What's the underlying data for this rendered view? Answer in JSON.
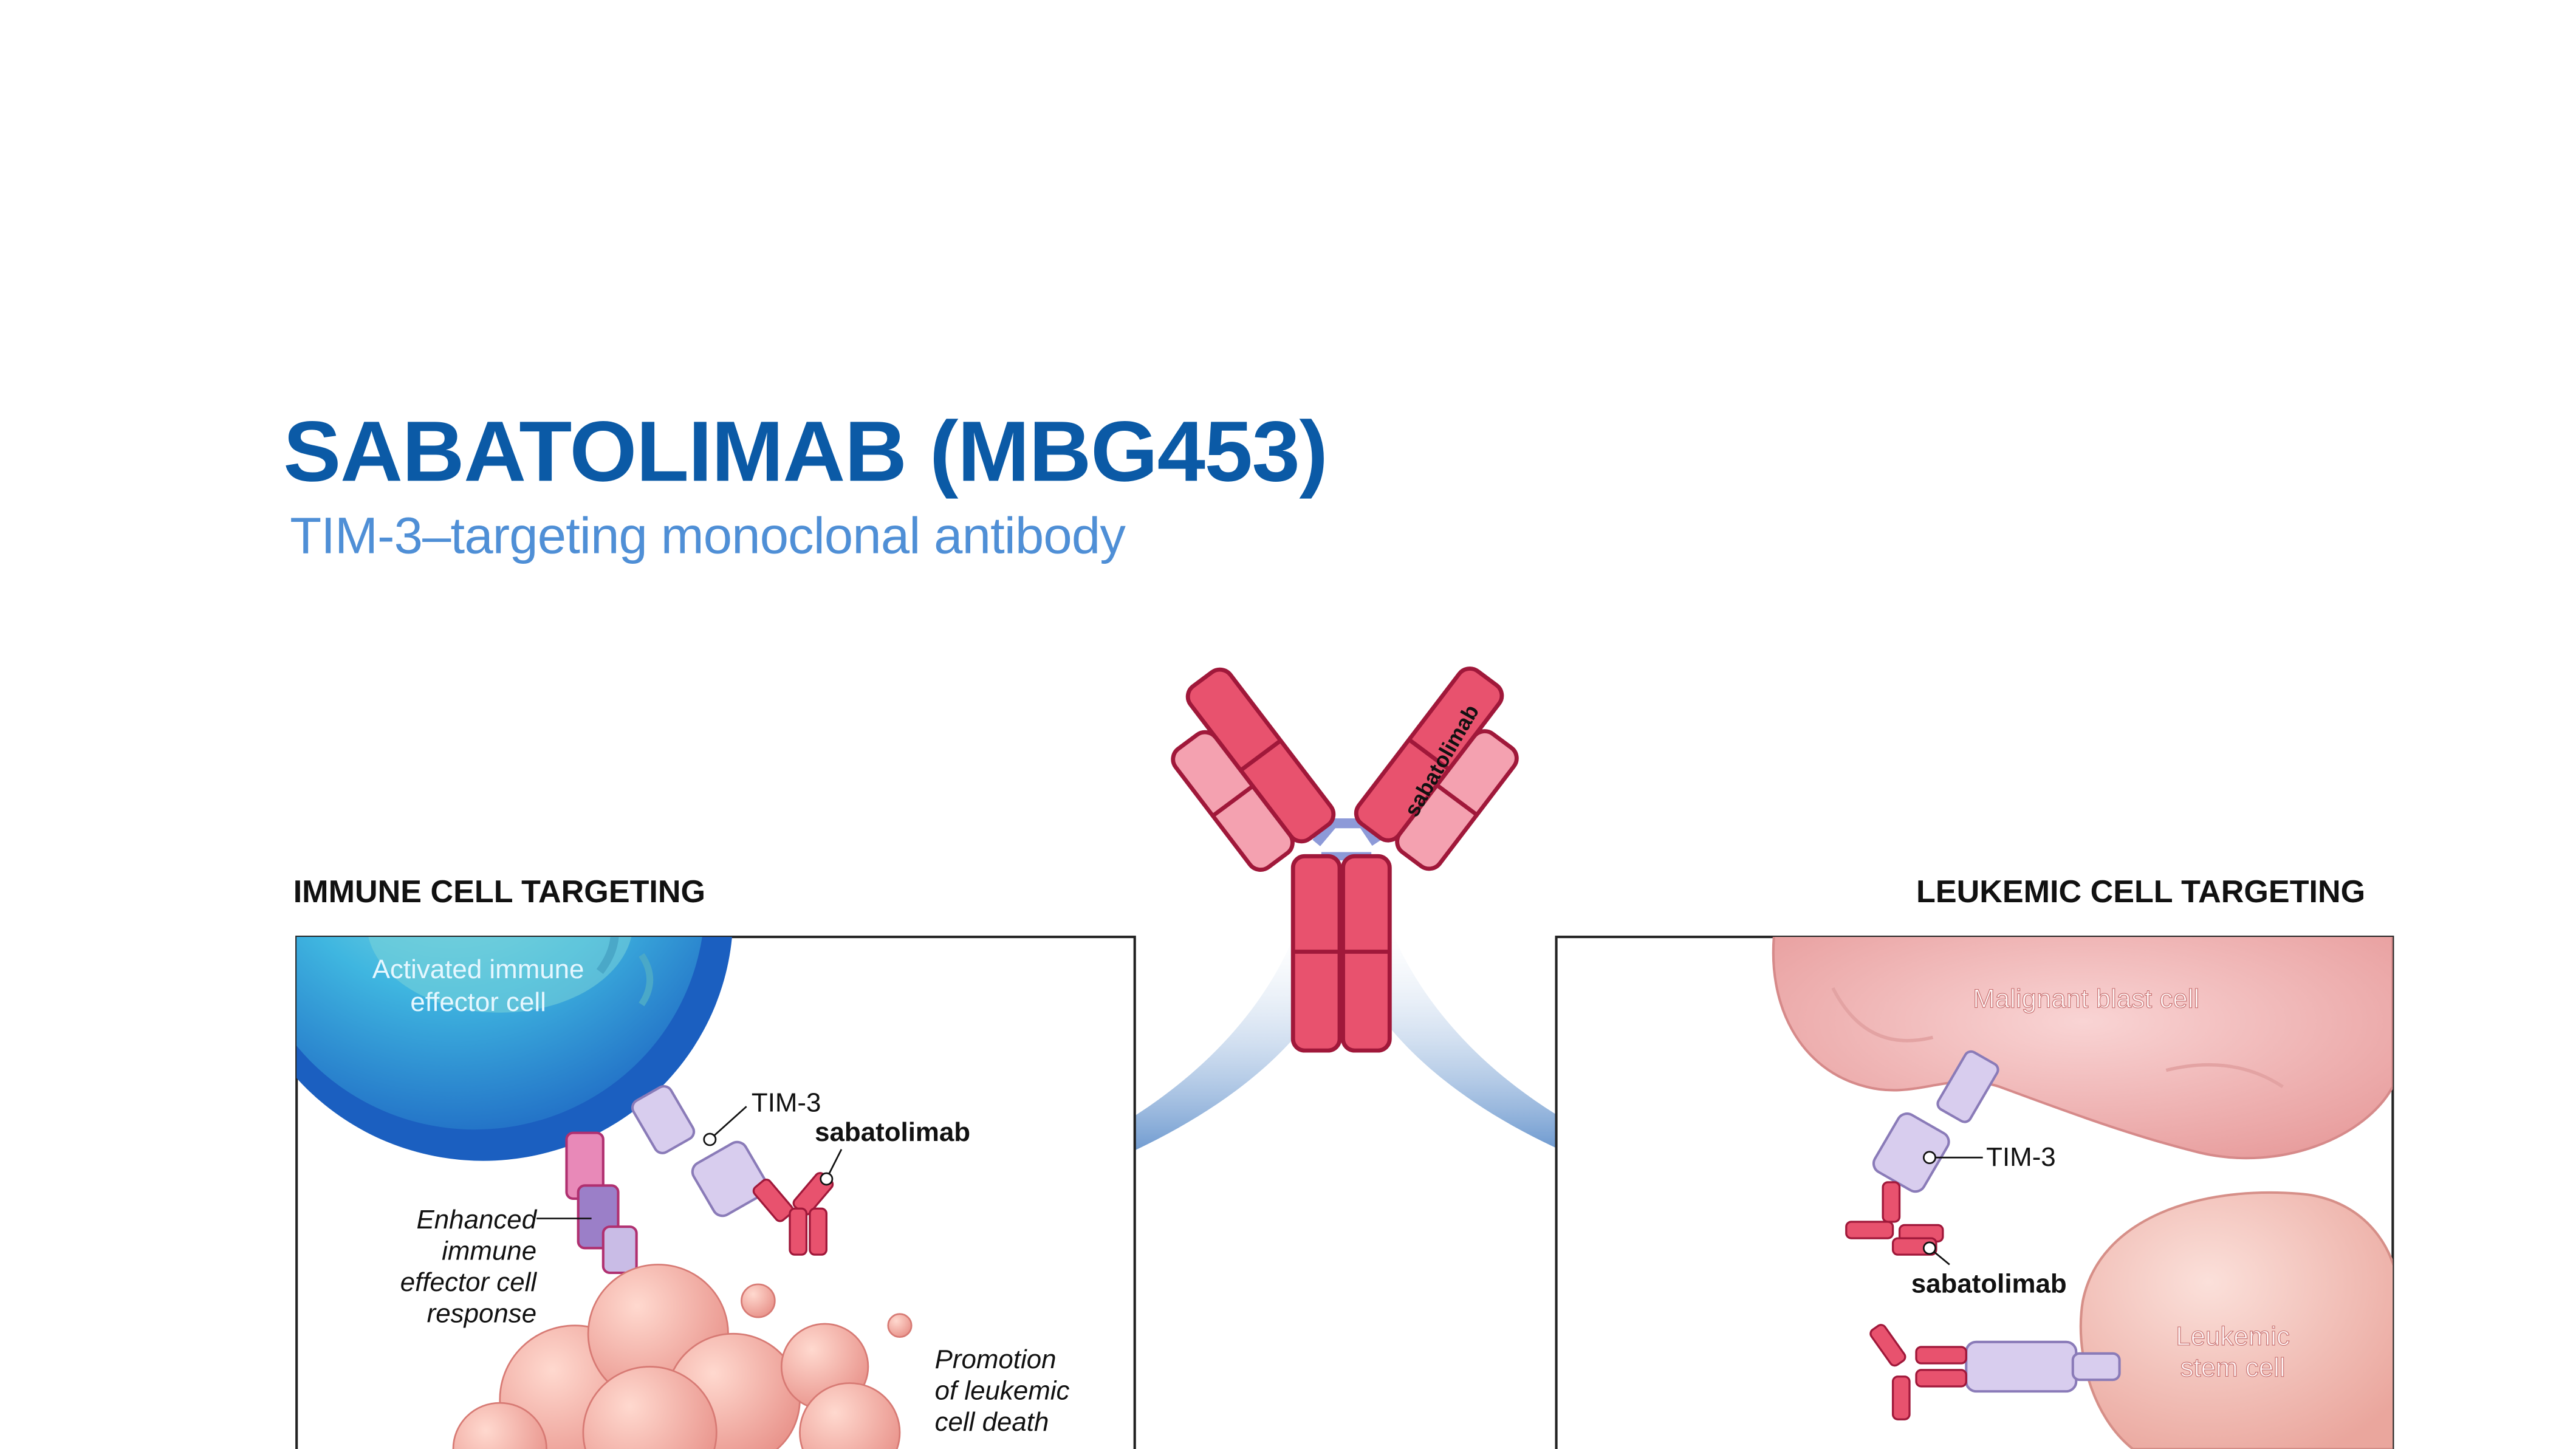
{
  "header": {
    "title": "SABATOLIMAB (MBG453)",
    "subtitle": "TIM-3–targeting monoclonal antibody"
  },
  "antibody": {
    "label": "sabatolimab"
  },
  "left_panel": {
    "heading": "IMMUNE CELL TARGETING",
    "cell_label_1": "Activated immune",
    "cell_label_2": "effector cell",
    "tim3_label": "TIM-3",
    "drug_label": "sabatolimab",
    "response_1": "Enhanced",
    "response_2": "immune",
    "response_3": "effector cell",
    "response_4": "response",
    "death_1": "Promotion",
    "death_2": "of leukemic",
    "death_3": "cell death"
  },
  "right_panel": {
    "heading": "LEUKEMIC CELL TARGETING",
    "blast_label": "Malignant blast cell",
    "tim3_label": "TIM-3",
    "drug_label": "sabatolimab",
    "stem_1": "Leukemic",
    "stem_2": "stem cell"
  },
  "colors": {
    "title": "#0b5aa6",
    "subtitle": "#4f8fd6",
    "antibody_heavy": "#e8526e",
    "antibody_light": "#f4a1b0",
    "tim3": "#c9bce6",
    "arrow": "#1a5fb4"
  }
}
